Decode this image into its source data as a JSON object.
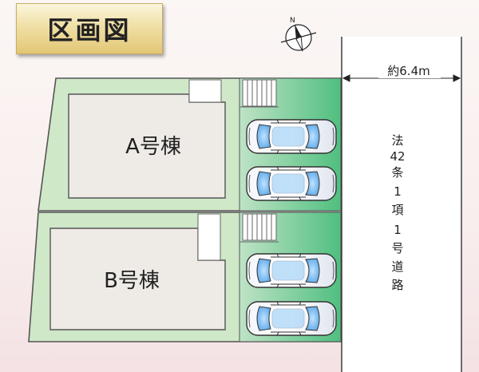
{
  "title": "区画図",
  "buildings": [
    {
      "name": "A号棟"
    },
    {
      "name": "B号棟"
    }
  ],
  "road": {
    "width_label": "約6.4m",
    "chars": [
      "法",
      "42",
      "条",
      "1",
      "項",
      "1",
      "号",
      "道",
      "路"
    ]
  },
  "icons": [
    "north-arrow-icon",
    "car-icon"
  ],
  "colors": {
    "lot": "#cfe8c8",
    "parking_green": "#5fc28a",
    "house": "#eeeae6",
    "road": "#ffffff",
    "outline": "#555555"
  }
}
